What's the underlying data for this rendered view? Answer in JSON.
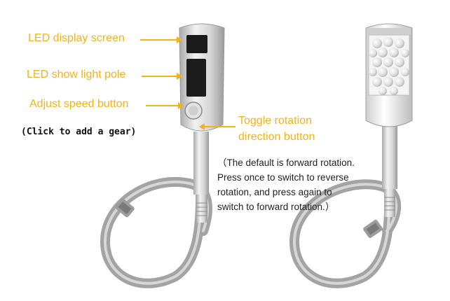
{
  "labels": {
    "led_display": "LED display screen",
    "led_light_pole": "LED show light pole",
    "adjust_speed": "Adjust speed button",
    "toggle_line1": "Toggle rotation",
    "toggle_line2": "direction button"
  },
  "notes": {
    "click_gear": "(Click to add a gear)",
    "default_line1": "（The default is forward rotation.",
    "default_line2": "Press once to switch to reverse",
    "default_line3": "rotation, and press again to",
    "default_line4": "switch to forward rotation.）"
  },
  "colors": {
    "callout": "#f2b21a",
    "body_silver": "#cfcfcf",
    "cable": "#a9a9a9",
    "ball": "#e6e6e6"
  },
  "images": {
    "left_device": "handpiece-with-led-display",
    "right_device": "handpiece-with-ball-roller"
  }
}
